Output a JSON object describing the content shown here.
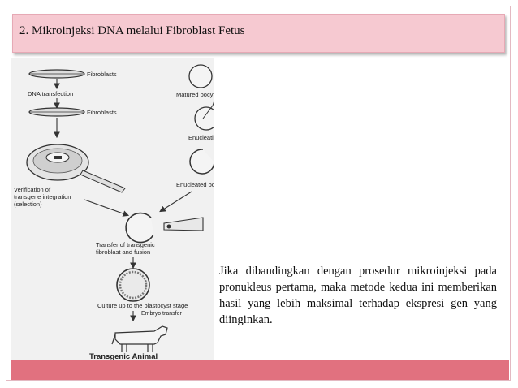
{
  "slide": {
    "title": "2. Mikroinjeksi DNA melalui Fibroblast Fetus",
    "body": "Jika dibandingkan dengan prosedur mikroinjeksi pada pronukleus pertama, maka metode kedua ini memberikan hasil yang lebih maksimal terhadap ekspresi gen yang diinginkan."
  },
  "diagram": {
    "labels": {
      "fibroblasts_1": "Fibroblasts",
      "dna_transfection": "DNA transfection",
      "fibroblasts_2": "Fibroblasts",
      "verification_1": "Verification of",
      "verification_2": "transgene integration",
      "verification_3": "(selection)",
      "matured_oocyte": "Matured oocyte",
      "enucleation": "Enucleation",
      "enucleated_oocyte": "Enucleated oocyte",
      "transfer_1": "Transfer of transgenic",
      "transfer_2": "fibroblast and fusion",
      "culture": "Culture up to the blastocyst stage",
      "embryo_transfer": "Embryo transfer",
      "transgenic_animal": "Transgenic Animal"
    }
  },
  "colors": {
    "title_bar": "#f6c9d1",
    "footer_bar": "#e1717f"
  }
}
